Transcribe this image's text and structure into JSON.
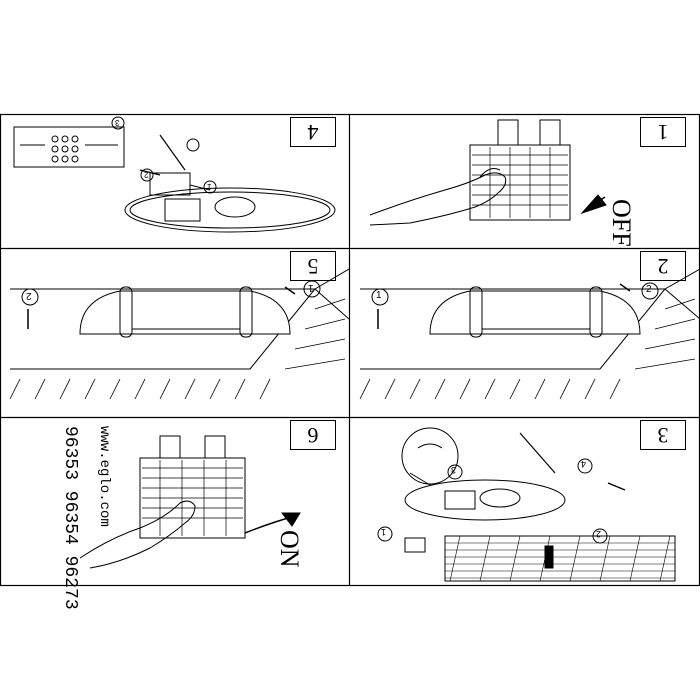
{
  "steps": [
    "1",
    "2",
    "3",
    "4",
    "5",
    "6"
  ],
  "labels": {
    "off": "OFF",
    "on": "ON"
  },
  "callouts": {
    "step2": [
      "1",
      "2"
    ],
    "step3": [
      "1",
      "2",
      "3",
      "4"
    ],
    "step4": [
      "1",
      "2",
      "3"
    ],
    "step5": [
      "1",
      "2"
    ]
  },
  "brand_url": "www.eglo.com",
  "article_numbers": "96353 96354 96273",
  "colors": {
    "line": "#000000",
    "paper": "#ffffff"
  }
}
